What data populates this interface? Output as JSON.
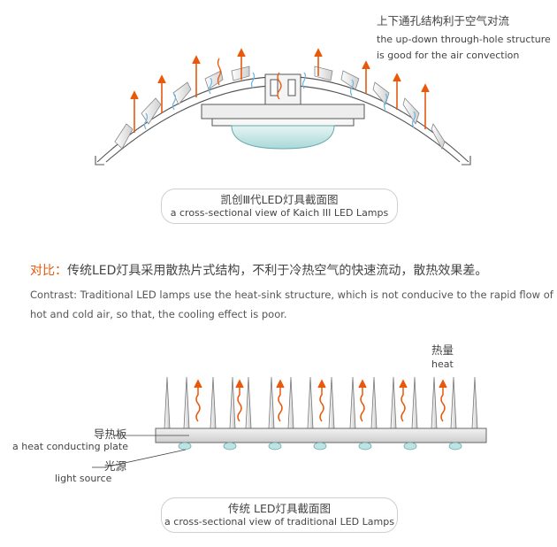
{
  "top_diagram": {
    "note_cn": "上下通孔结构利于空气对流",
    "note_en_line1": "the up-down through-hole structure",
    "note_en_line2": "is good for the air convection",
    "caption_cn": "凯创Ⅲ代LED灯具截面图",
    "caption_en": "a cross-sectional view of Kaich III LED Lamps"
  },
  "contrast": {
    "lead_cn": "对比：",
    "text_cn": "传统LED灯具采用散热片式结构，不利于冷热空气的快速流动，散热效果差。",
    "text_en": "Contrast: Traditional LED lamps use the heat-sink structure, which is not conducive to the rapid flow of hot and cold air, so that, the cooling effect is poor."
  },
  "bottom_diagram": {
    "heat_cn": "热量",
    "heat_en": "heat",
    "plate_cn": "导热板",
    "plate_en": "a heat conducting plate",
    "light_cn": "光源",
    "light_en": "light source",
    "caption_cn": "传统 LED灯具截面图",
    "caption_en": "a cross-sectional view of traditional LED Lamps"
  },
  "colors": {
    "arrow_orange": "#e8590c",
    "wave_blue": "#6fb7e0",
    "lens_teal": "#bfe3e3",
    "accent_text": "#e8560a"
  }
}
